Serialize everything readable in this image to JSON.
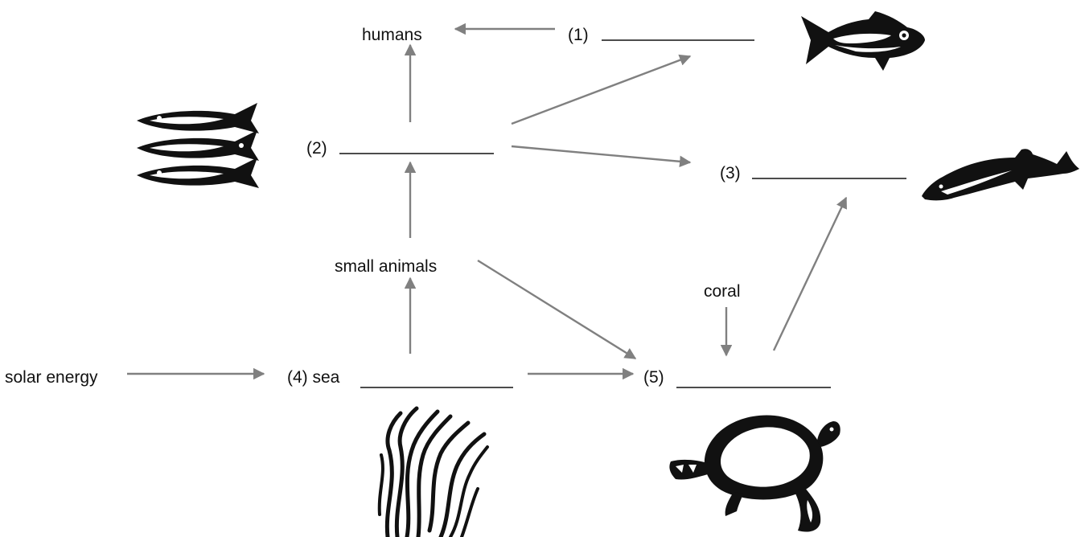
{
  "labels": {
    "humans": "humans",
    "blank1": "(1)",
    "blank2": "(2)",
    "blank3": "(3)",
    "blank4": "(4) sea",
    "blank5": "(5)",
    "small_animals": "small animals",
    "coral": "coral",
    "solar_energy": "solar energy"
  },
  "blank_line": "______________",
  "arrow_color": "#808080",
  "pictures": [
    "tuna-fish-icon",
    "sardines-icon",
    "dolphin-icon",
    "seaweed-icon",
    "sea-turtle-icon"
  ]
}
